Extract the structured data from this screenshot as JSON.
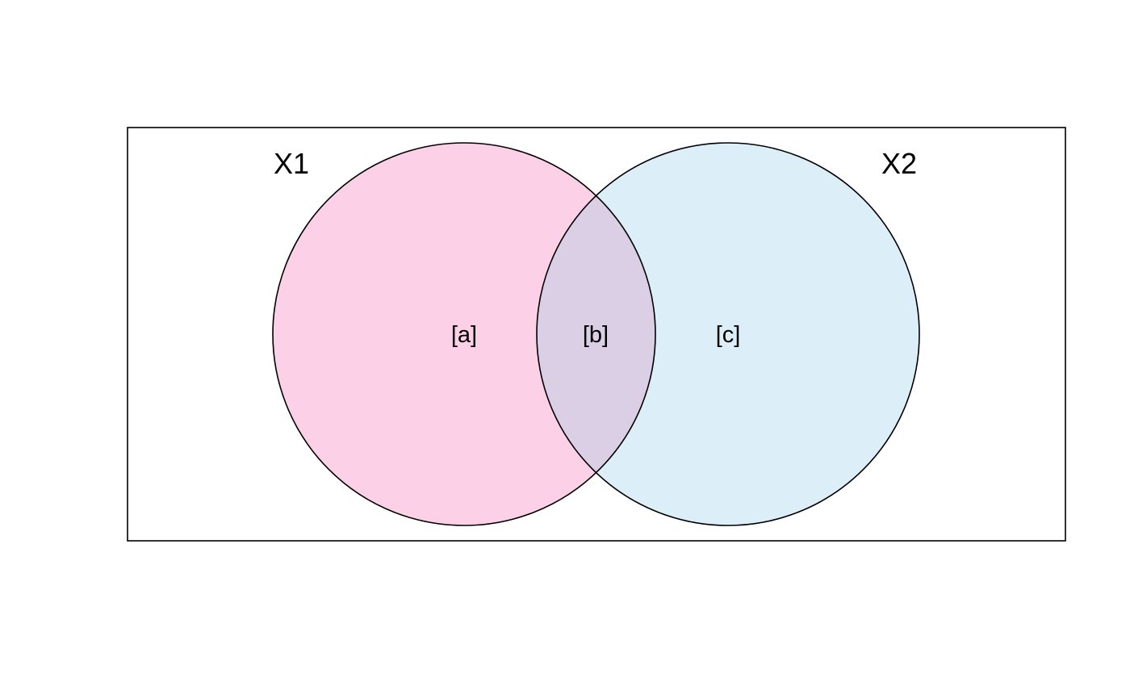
{
  "diagram": {
    "type": "venn",
    "sets": [
      {
        "name": "X1",
        "color": "#fcd0e7"
      },
      {
        "name": "X2",
        "color": "#dceef8"
      }
    ],
    "overlap_color": "#dbcfe6",
    "outline_color": "#000000",
    "regions": [
      {
        "label": "[a]"
      },
      {
        "label": "[b]"
      },
      {
        "label": "[c]"
      }
    ]
  }
}
